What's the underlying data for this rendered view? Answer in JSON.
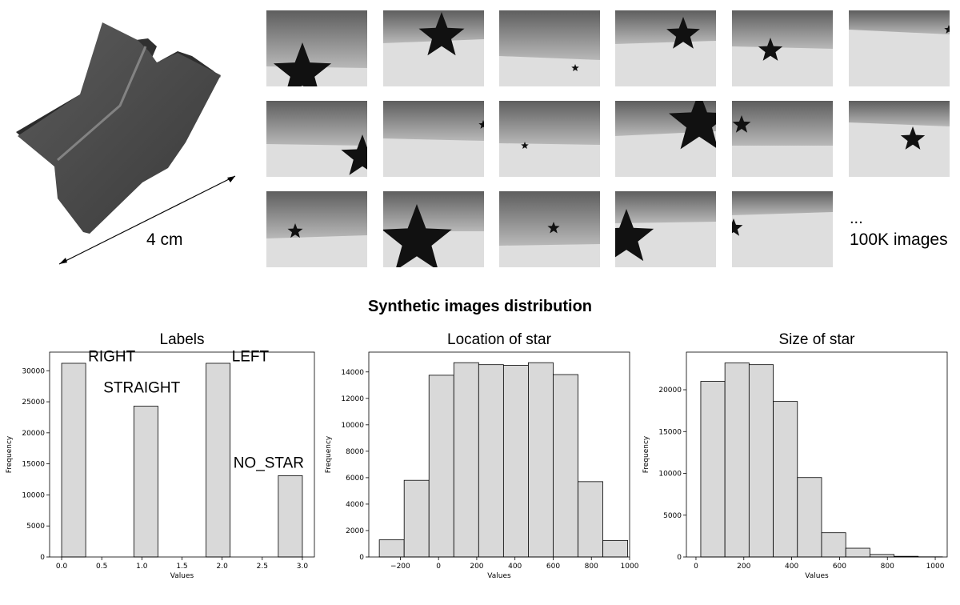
{
  "hero": {
    "dimension_label": "4 cm"
  },
  "gallery": {
    "more_ellipsis": "...",
    "more_count": "100K images"
  },
  "section_title": "Synthetic images distribution",
  "colors": {
    "bar_fill": "#d9d9d9",
    "bar_edge": "#000000",
    "star": "#111111"
  },
  "chart_data": [
    {
      "type": "bar",
      "title": "Labels",
      "xlabel": "Values",
      "ylabel": "Frequency",
      "xlim": [
        -0.15,
        3.15
      ],
      "ylim": [
        0,
        33000
      ],
      "xticks": [
        0.0,
        0.5,
        1.0,
        1.5,
        2.0,
        2.5,
        3.0
      ],
      "xtick_labels": [
        "0.0",
        "0.5",
        "1.0",
        "1.5",
        "2.0",
        "2.5",
        "3.0"
      ],
      "yticks": [
        0,
        5000,
        10000,
        15000,
        20000,
        25000,
        30000
      ],
      "bar_width": 0.3,
      "bars": [
        {
          "x": 0.0,
          "value": 31200
        },
        {
          "x": 0.9,
          "value": 24300
        },
        {
          "x": 1.8,
          "value": 31200
        },
        {
          "x": 2.7,
          "value": 13100
        }
      ],
      "annotations": [
        {
          "text": "RIGHT",
          "x": 0.33,
          "y": 31500
        },
        {
          "text": "STRAIGHT",
          "x": 0.52,
          "y": 26500
        },
        {
          "text": "LEFT",
          "x": 2.12,
          "y": 31500
        },
        {
          "text": "NO_STAR",
          "x": 2.14,
          "y": 14400
        }
      ]
    },
    {
      "type": "bar",
      "title": "Location of star",
      "xlabel": "Values",
      "ylabel": "Frequency",
      "xlim": [
        -365,
        1000
      ],
      "ylim": [
        0,
        15500
      ],
      "xticks": [
        -200,
        0,
        200,
        400,
        600,
        800,
        1000
      ],
      "yticks": [
        0,
        2000,
        4000,
        6000,
        8000,
        10000,
        12000,
        14000
      ],
      "bin_edges": [
        -310,
        -180,
        -50,
        80,
        210,
        340,
        470,
        600,
        730,
        860,
        990
      ],
      "counts": [
        1300,
        5800,
        13750,
        14700,
        14550,
        14500,
        14700,
        13800,
        5700,
        1250
      ]
    },
    {
      "type": "bar",
      "title": "Size of star",
      "xlabel": "Values",
      "ylabel": "Frequency",
      "xlim": [
        -40,
        1050
      ],
      "ylim": [
        0,
        24500
      ],
      "xticks": [
        0,
        200,
        400,
        600,
        800,
        1000
      ],
      "yticks": [
        0,
        5000,
        10000,
        15000,
        20000
      ],
      "bin_edges": [
        20,
        121,
        222,
        323,
        424,
        525,
        626,
        727,
        828,
        929,
        1030
      ],
      "counts": [
        21000,
        23200,
        23000,
        18600,
        9500,
        2900,
        1050,
        300,
        80,
        20
      ]
    }
  ]
}
